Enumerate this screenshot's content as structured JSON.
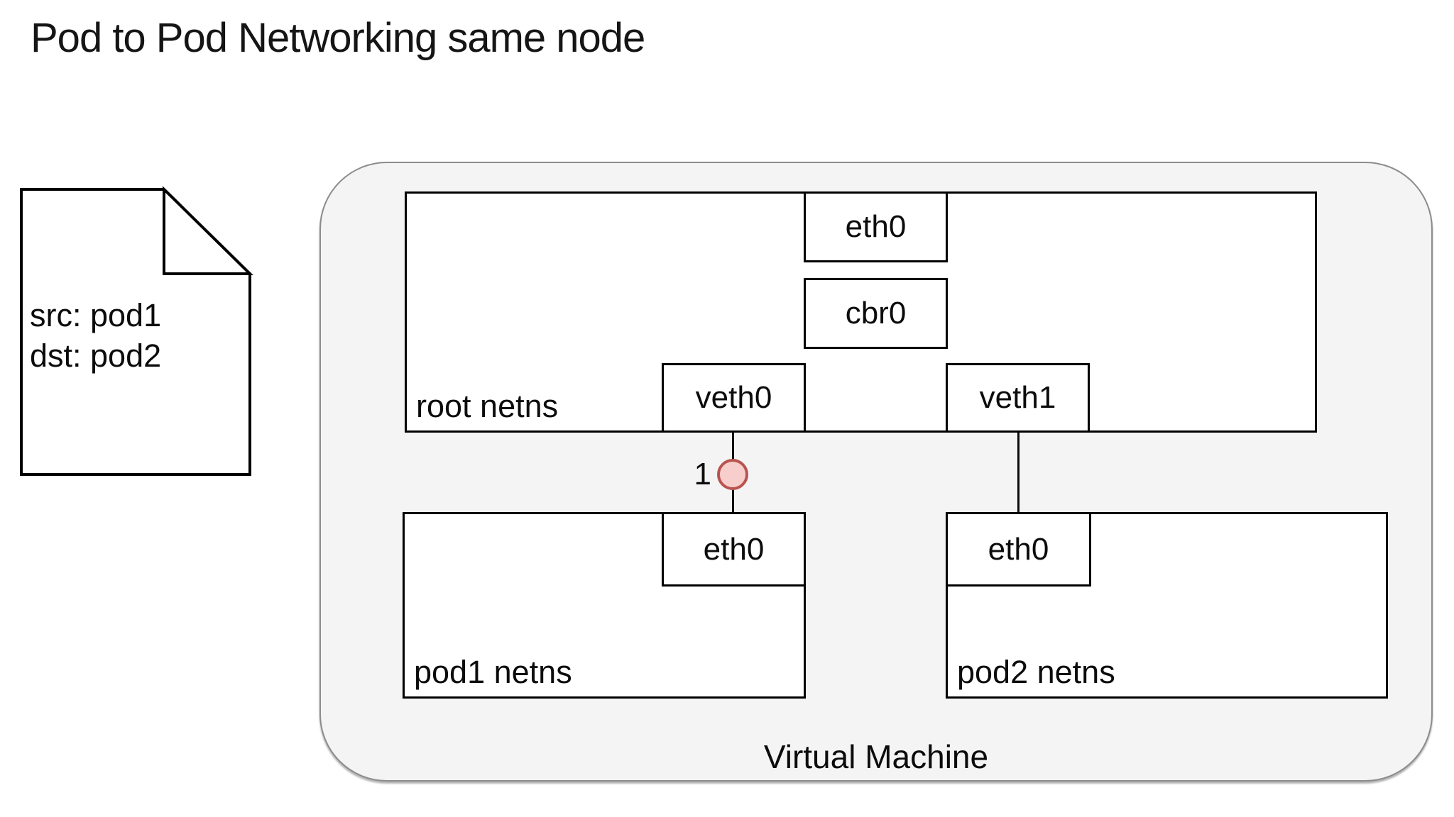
{
  "title": "Pod to Pod Networking same node",
  "packet_note": {
    "src_line": "src: pod1",
    "dst_line": "dst: pod2"
  },
  "diagram": {
    "vm_label": "Virtual Machine",
    "root_netns": {
      "label": "root netns",
      "eth0_label": "eth0",
      "cbr0_label": "cbr0",
      "veth0_label": "veth0",
      "veth1_label": "veth1"
    },
    "pod1_netns": {
      "label": "pod1 netns",
      "eth0_label": "eth0"
    },
    "pod2_netns": {
      "label": "pod2 netns",
      "eth0_label": "eth0"
    },
    "step_marker_label": "1"
  },
  "colors": {
    "vm-fill": "#f5f4f4",
    "vm-border": "#8c8c8c",
    "box-border": "#000000",
    "circle-fill": "#f8cecc",
    "circle-stroke": "#b85450"
  }
}
